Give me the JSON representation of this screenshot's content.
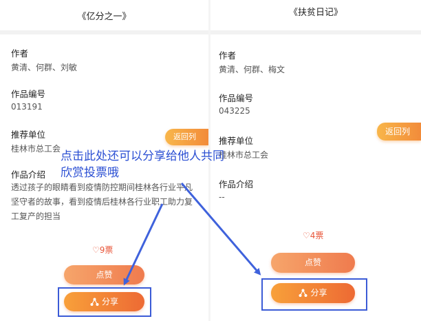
{
  "left": {
    "title": "《亿分之一》",
    "author_label": "作者",
    "author": "黄清、何群、刘敏",
    "code_label": "作品编号",
    "code": "013191",
    "unit_label": "推荐单位",
    "unit": "桂林市总工会",
    "intro_label": "作品介绍",
    "intro": "透过孩子的眼睛看到疫情防控期间桂林各行业平凡坚守者的故事，看到疫情后桂林各行业职工助力复工复产的担当",
    "back_label": "返回列表",
    "votes": "9票",
    "like_label": "点赞",
    "share_label": "分享"
  },
  "right": {
    "title": "《扶贫日记》",
    "author_label": "作者",
    "author": "黄清、何群、梅文",
    "code_label": "作品编号",
    "code": "043225",
    "unit_label": "推荐单位",
    "unit": "桂林市总工会",
    "intro_label": "作品介绍",
    "intro": "--",
    "back_label": "返回列表",
    "votes": "4票",
    "like_label": "点赞",
    "share_label": "分享"
  },
  "annotation": {
    "text": "点击此处还可以分享给他人共同欣赏投票哦"
  },
  "colors": {
    "accent": "#f07a3c",
    "annotation_blue": "#3b5bd6",
    "vote_red": "#e8563a"
  },
  "icons": [
    "heart-icon",
    "share-icon",
    "arrow-icon"
  ]
}
